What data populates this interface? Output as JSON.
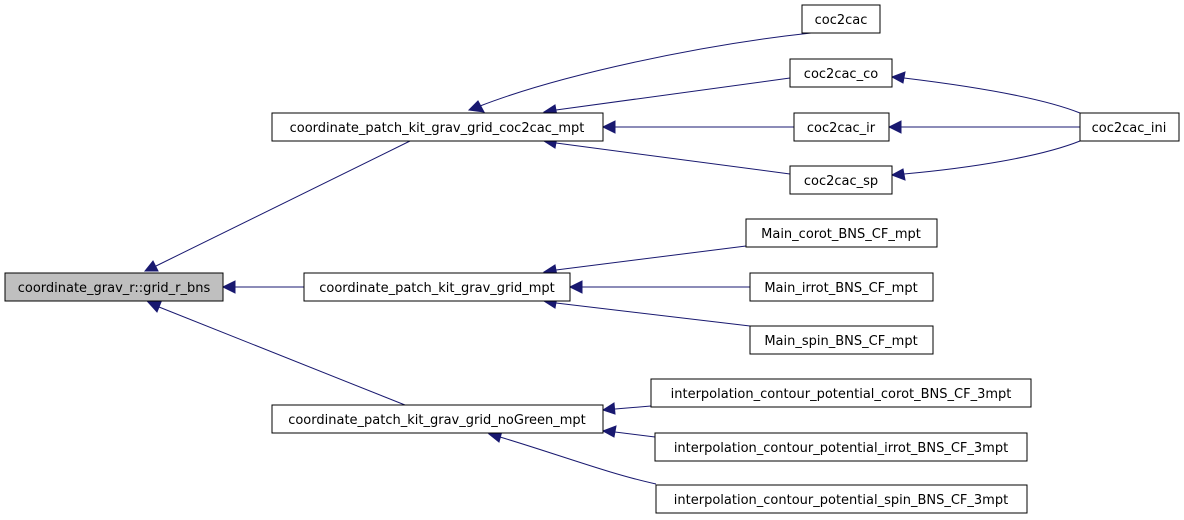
{
  "nodes": {
    "grid_r_bns": "coordinate_grav_r::grid_r_bns",
    "kit_coc2cac": "coordinate_patch_kit_grav_grid_coc2cac_mpt",
    "kit_mpt": "coordinate_patch_kit_grav_grid_mpt",
    "kit_nogreen": "coordinate_patch_kit_grav_grid_noGreen_mpt",
    "coc2cac": "coc2cac",
    "coc2cac_co": "coc2cac_co",
    "coc2cac_ir": "coc2cac_ir",
    "coc2cac_sp": "coc2cac_sp",
    "coc2cac_ini": "coc2cac_ini",
    "main_corot": "Main_corot_BNS_CF_mpt",
    "main_irrot": "Main_irrot_BNS_CF_mpt",
    "main_spin": "Main_spin_BNS_CF_mpt",
    "interp_corot": "interpolation_contour_potential_corot_BNS_CF_3mpt",
    "interp_irrot": "interpolation_contour_potential_irrot_BNS_CF_3mpt",
    "interp_spin": "interpolation_contour_potential_spin_BNS_CF_3mpt"
  },
  "colors": {
    "edge": "#191970",
    "root_fill": "#bfbfbf",
    "node_fill": "#ffffff",
    "border": "#000000"
  }
}
